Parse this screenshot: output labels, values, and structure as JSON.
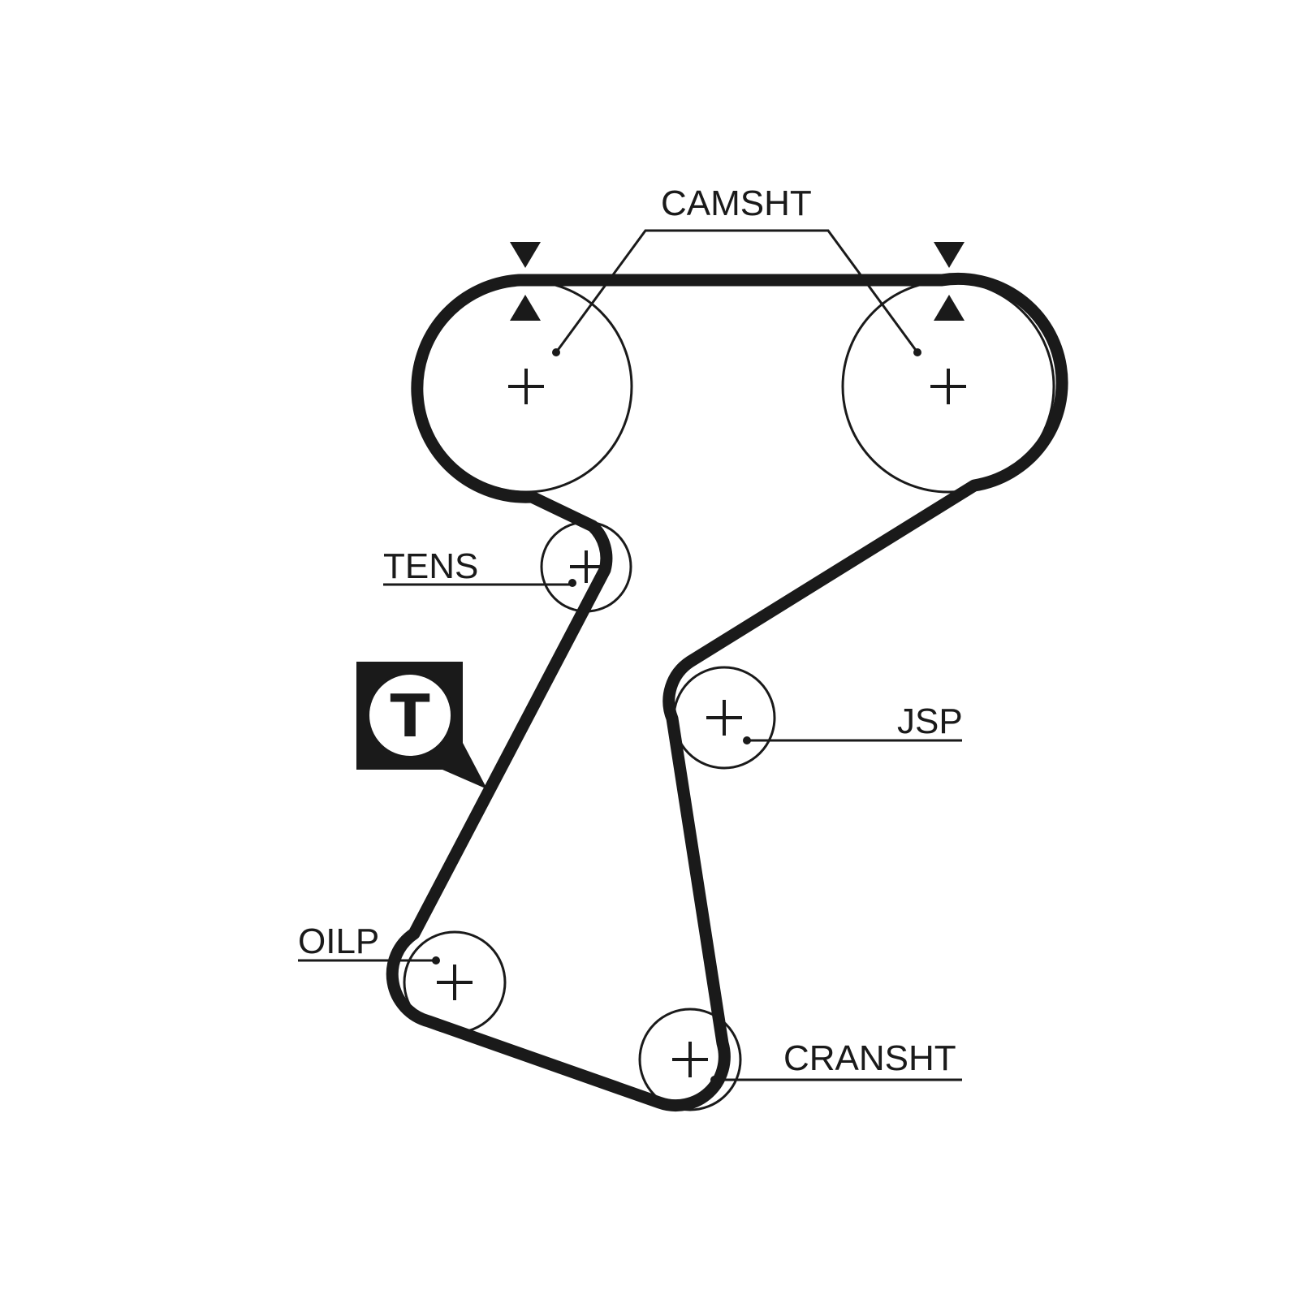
{
  "diagram": {
    "labels": {
      "camshaft": "CAMSHT",
      "tensioner": "TENS",
      "jsp": "JSP",
      "oil_pump": "OILP",
      "crankshaft": "CRANSHT"
    },
    "tensioner_badge": {
      "letter": "T"
    },
    "colors": {
      "line": "#1a1a1a",
      "background": "#ffffff"
    }
  }
}
